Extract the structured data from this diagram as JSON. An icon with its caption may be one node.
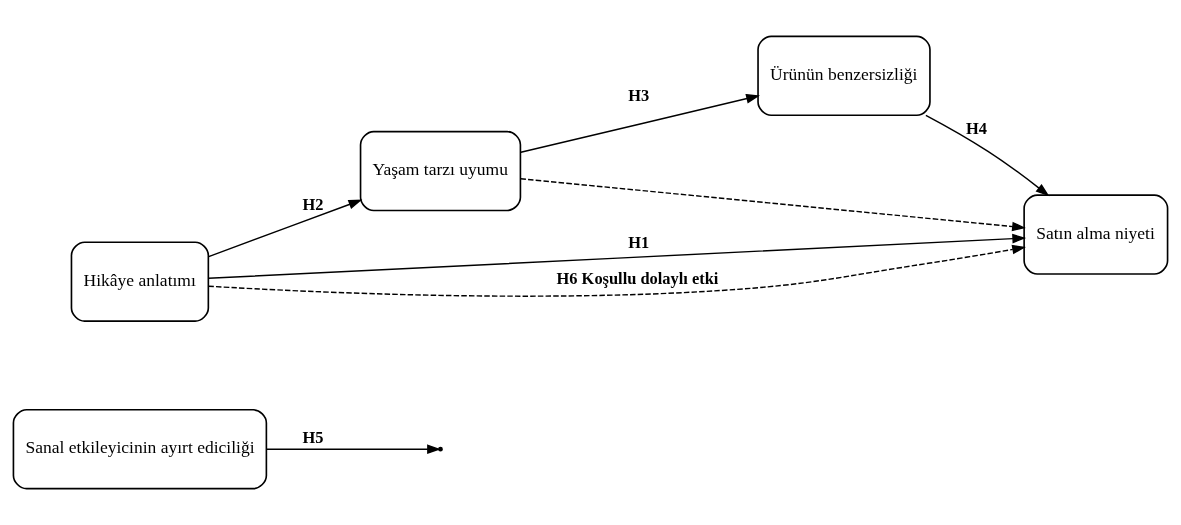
{
  "diagram": {
    "nodes": [
      {
        "text": [
          "Sanal etkileyicinin ayırt ediciliği"
        ]
      },
      {
        "text": [
          "Yaşam tarzı uyumu"
        ]
      },
      {
        "text": [
          "Ürünün benzersizliği"
        ]
      },
      {
        "text": [
          "Hikâye anlatımı"
        ]
      },
      {
        "text": [
          "Satın alma niyeti"
        ]
      }
    ],
    "edges": [
      {
        "from": 0,
        "to": null,
        "arrow": "to",
        "label": "H5"
      },
      {
        "from": 3,
        "to": 1,
        "arrow": "to",
        "label": "H2"
      },
      {
        "from": 1,
        "to": 2,
        "arrow": "to",
        "label": "H3"
      },
      {
        "from": 2,
        "to": 4,
        "arrow": "to",
        "label": "H4"
      },
      {
        "from": 1,
        "to": 4,
        "arrow": "to",
        "style": "dashed"
      },
      {
        "from": 3,
        "to": 4,
        "arrow": "to",
        "label": "H1"
      },
      {
        "from": 3,
        "to": 4,
        "arrow": "to",
        "style": "dashed",
        "label": "H6 Koşullu dolaylı etki"
      }
    ]
  }
}
